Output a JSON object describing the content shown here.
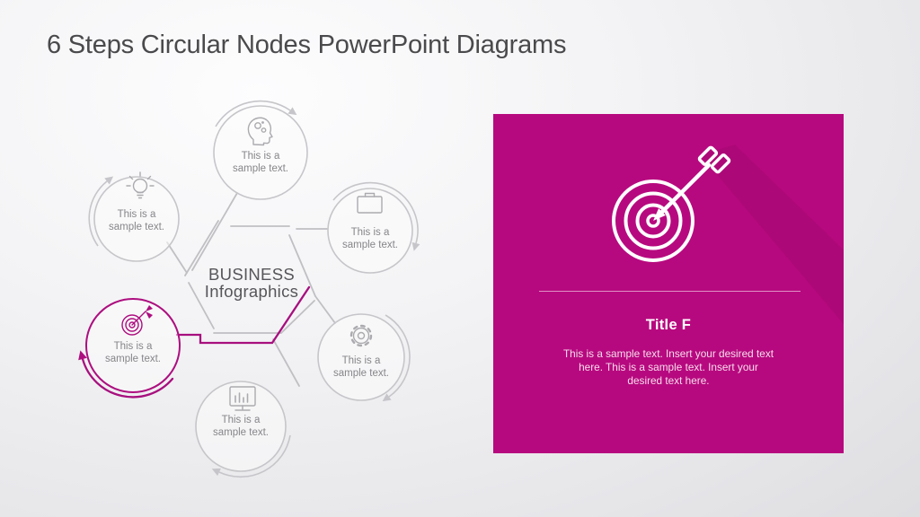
{
  "slide": {
    "title": "6 Steps Circular Nodes PowerPoint Diagrams"
  },
  "diagram": {
    "center_label_line1": "BUSINESS",
    "center_label_line2": "Infographics",
    "nodes": [
      {
        "id": "mind",
        "icon": "head-gears-icon",
        "label_line1": "This is a",
        "label_line2": "sample text.",
        "highlighted": false
      },
      {
        "id": "idea",
        "icon": "lightbulb-icon",
        "label_line1": "This is a",
        "label_line2": "sample text.",
        "highlighted": false
      },
      {
        "id": "business",
        "icon": "briefcase-icon",
        "label_line1": "This is a",
        "label_line2": "sample text.",
        "highlighted": false
      },
      {
        "id": "target",
        "icon": "target-dart-icon",
        "label_line1": "This is a",
        "label_line2": "sample text.",
        "highlighted": true
      },
      {
        "id": "settings",
        "icon": "gear-icon",
        "label_line1": "This is a",
        "label_line2": "sample text.",
        "highlighted": false
      },
      {
        "id": "analytics",
        "icon": "monitor-chart-icon",
        "label_line1": "This is a",
        "label_line2": "sample text.",
        "highlighted": false
      }
    ],
    "colors": {
      "line_gray": "#c0c0c4",
      "label_gray": "#86868a",
      "center_text": "#56565a",
      "accent_magenta": "#ad0e7f"
    }
  },
  "detail_panel": {
    "icon": "target-arrow-icon",
    "title": "Title F",
    "body_line1": "This is a sample text. Insert your desired text",
    "body_line2": "here. This is a sample text. Insert your",
    "body_line3": "desired text here.",
    "colors": {
      "background": "#b7097f",
      "text": "#ffffff"
    }
  }
}
